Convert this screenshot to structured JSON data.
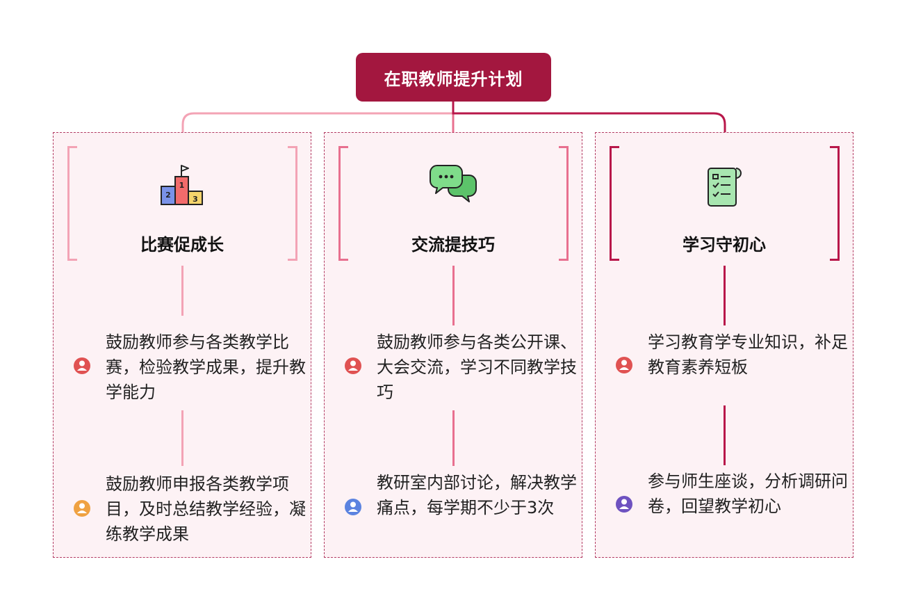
{
  "root": {
    "title": "在职教师提升计划"
  },
  "branches": [
    {
      "title": "比赛促成长",
      "icon": "podium-trophy-icon",
      "color": "#f3a3b5",
      "items": [
        {
          "text": "鼓励教师参与各类教学比赛，检验教学成果，提升教学能力",
          "bullet_color": "#e05252"
        },
        {
          "text": "鼓励教师申报各类教学项目，及时总结教学经验，凝练教学成果",
          "bullet_color": "#efa141"
        }
      ]
    },
    {
      "title": "交流提技巧",
      "icon": "chat-bubbles-icon",
      "color": "#e8708f",
      "items": [
        {
          "text": "鼓励教师参与各类公开课、大会交流，学习不同教学技巧",
          "bullet_color": "#e05252"
        },
        {
          "text": "教研室内部讨论，解决教学痛点，每学期不少于3次",
          "bullet_color": "#5b83e0"
        }
      ]
    },
    {
      "title": "学习守初心",
      "icon": "checklist-icon",
      "color": "#b8174a",
      "items": [
        {
          "text": "学习教育学专业知识，补足教育素养短板",
          "bullet_color": "#e05252"
        },
        {
          "text": "参与师生座谈，分析调研问卷，回望教学初心",
          "bullet_color": "#6e52c0"
        }
      ]
    }
  ]
}
